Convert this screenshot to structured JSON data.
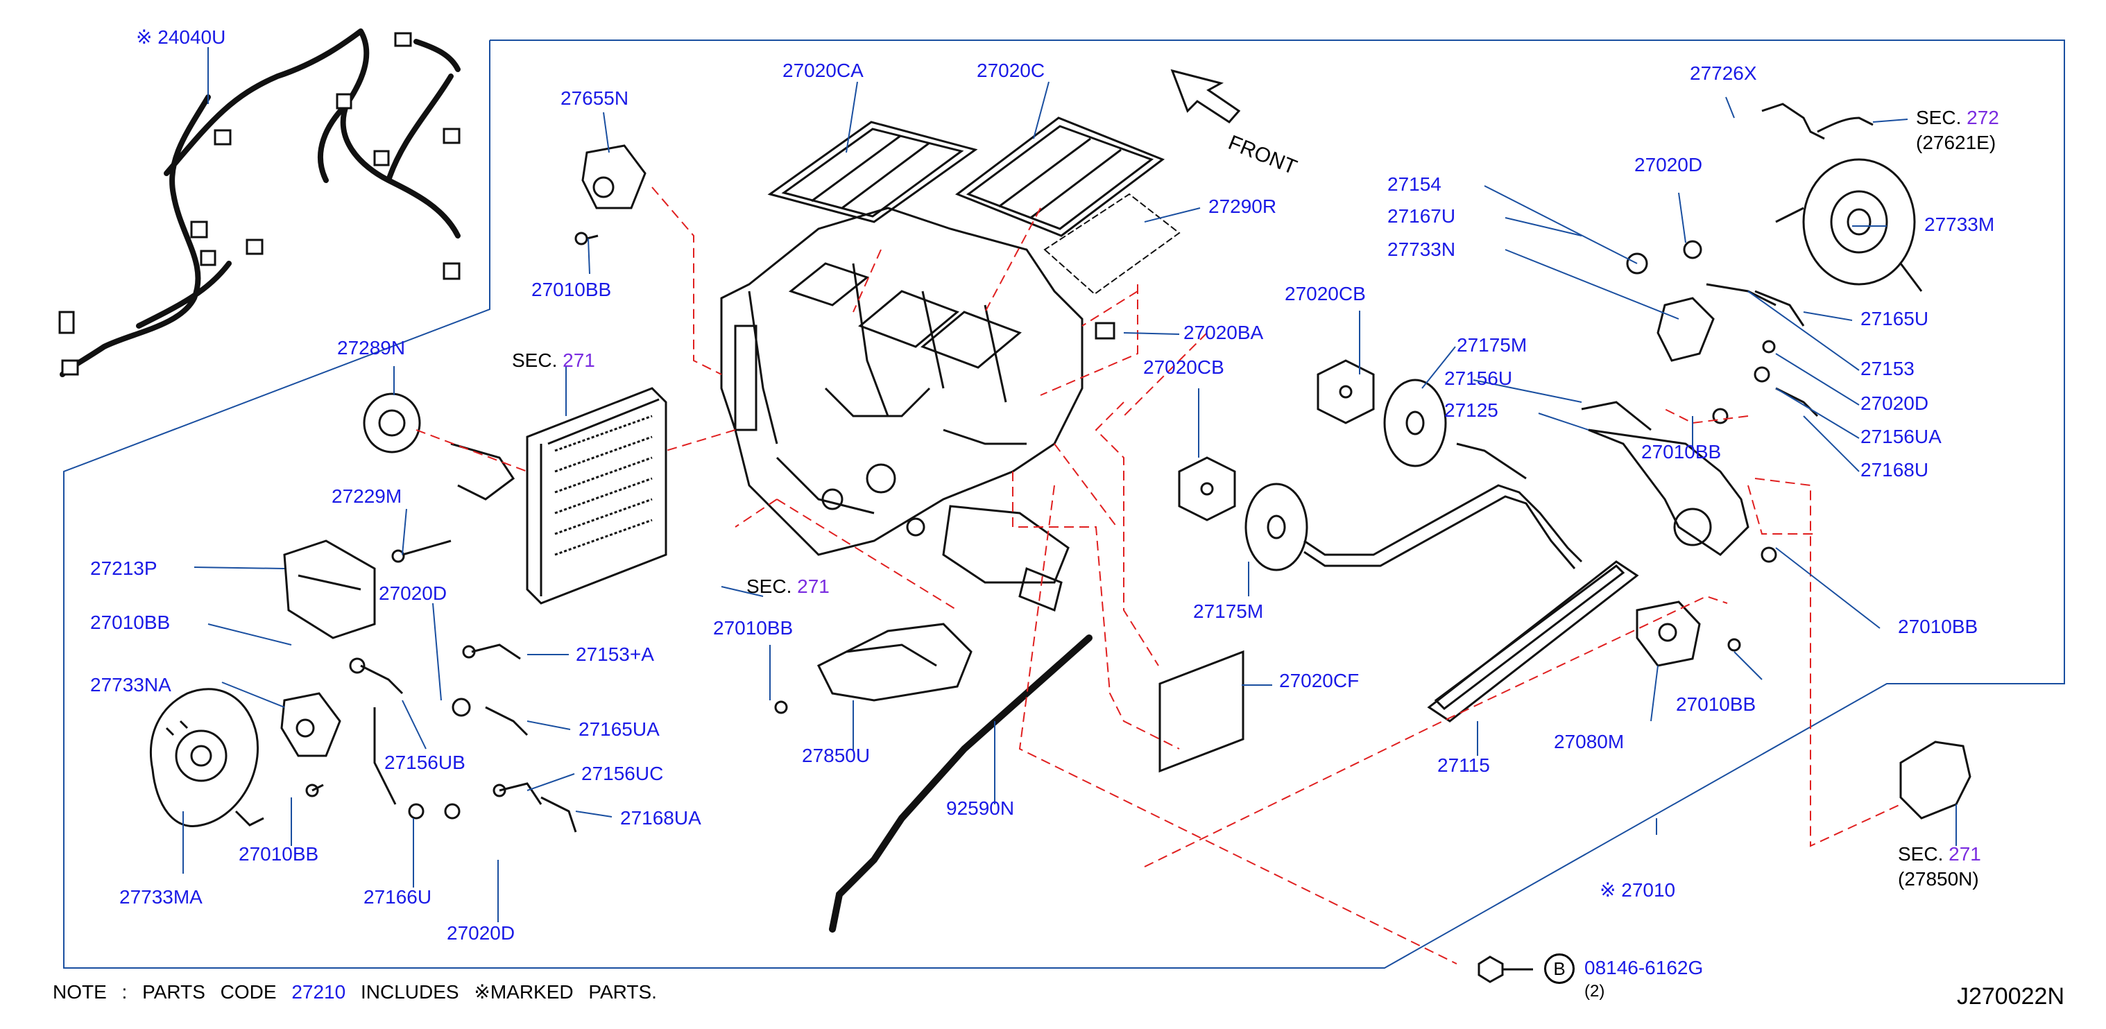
{
  "figure_id": "J270022N",
  "front_label": "FRONT",
  "note": {
    "prefix": "NOTE : PARTS CODE",
    "code": "27210",
    "suffix": "INCLUDES ※MARKED PARTS."
  },
  "bolt": {
    "marker": "B",
    "part": "08146-6162G",
    "qty": "(2)"
  },
  "sections": {
    "s271_top": {
      "sec": "SEC.",
      "num": "271"
    },
    "s271_mid": {
      "sec": "SEC.",
      "num": "271"
    },
    "s272": {
      "sec": "SEC.",
      "num": "272",
      "sub": "(27621E)"
    },
    "s271_br": {
      "sec": "SEC.",
      "num": "271",
      "sub": "(27850N)"
    }
  },
  "labels": {
    "p24040U": "※ 24040U",
    "p27655N": "27655N",
    "p27010BB_a": "27010BB",
    "p27020CA": "27020CA",
    "p27020C": "27020C",
    "p27290R": "27290R",
    "p27020BA": "27020BA",
    "p27289N": "27289N",
    "p27229M": "27229M",
    "p27213P": "27213P",
    "p27010BB_b": "27010BB",
    "p27733NA": "27733NA",
    "p27733MA": "27733MA",
    "p27010BB_c": "27010BB",
    "p27166U": "27166U",
    "p27020D_a": "27020D",
    "p27020D_b": "27020D",
    "p27156UB": "27156UB",
    "p27153A": "27153+A",
    "p27165UA": "27165UA",
    "p27156UC": "27156UC",
    "p27168UA": "27168UA",
    "p27010BB_d": "27010BB",
    "p27850U": "27850U",
    "p92590N": "92590N",
    "p27020CB_a": "27020CB",
    "p27020CB_b": "27020CB",
    "p27175M_a": "27175M",
    "p27175M_b": "27175M",
    "p27020CF": "27020CF",
    "p27115": "27115",
    "p27010": "※ 27010",
    "p27726X": "27726X",
    "p27020D_c": "27020D",
    "p27733M": "27733M",
    "p27154": "27154",
    "p27167U": "27167U",
    "p27733N": "27733N",
    "p27156U": "27156U",
    "p27125": "27125",
    "p27165U": "27165U",
    "p27153": "27153",
    "p27020D_d": "27020D",
    "p27156UA": "27156UA",
    "p27168U": "27168U",
    "p27010BB_e": "27010BB",
    "p27010BB_f": "27010BB",
    "p27010BB_g": "27010BB",
    "p27080M": "27080M"
  },
  "colors": {
    "part_number": "#1a1ae6",
    "section_number": "#7a2ce0",
    "leader_line": "#1a4fa0",
    "dashed_line": "#e02020",
    "drawing": "#111111"
  }
}
